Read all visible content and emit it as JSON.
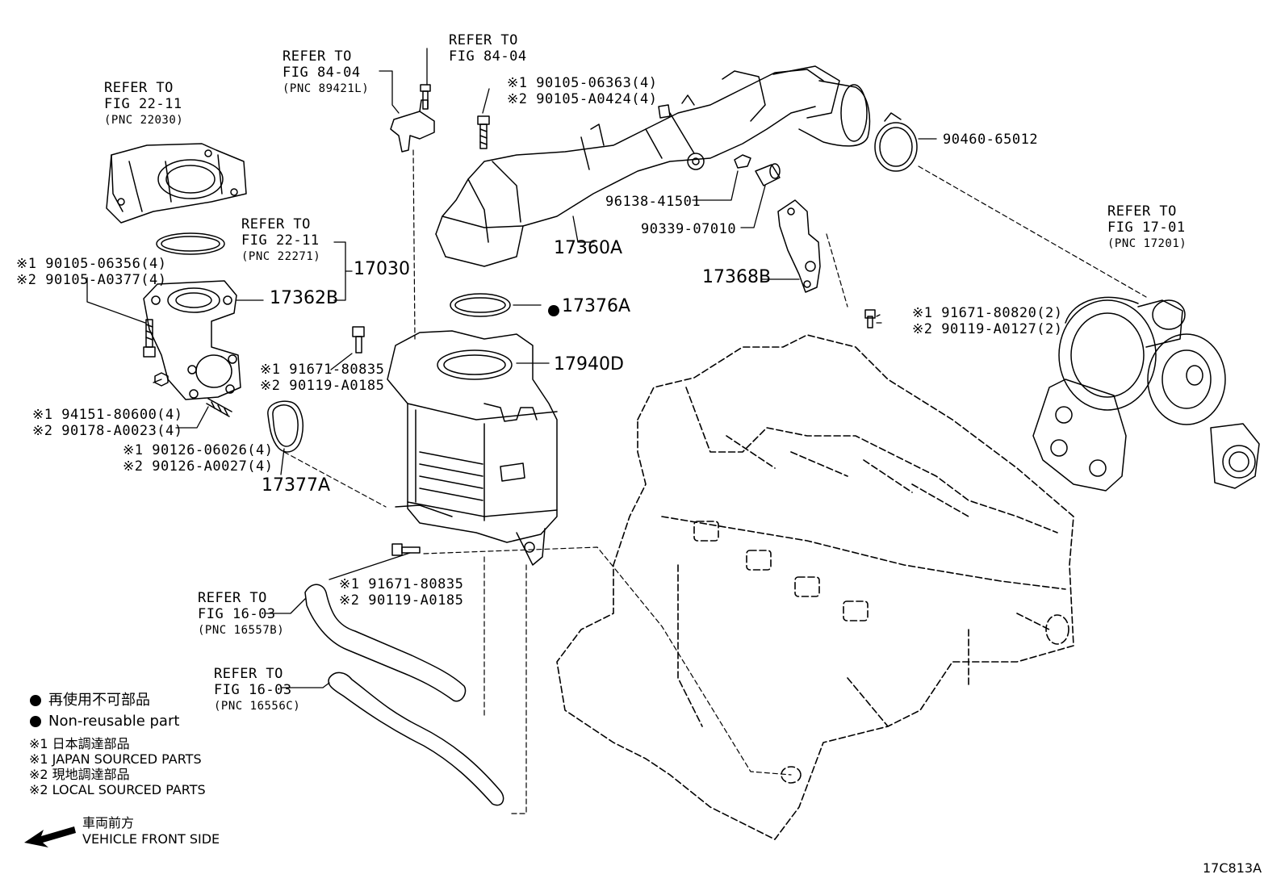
{
  "refs": {
    "throttle": {
      "l1": "REFER TO",
      "l2": "FIG 22-11",
      "l3": "(PNC 22030)"
    },
    "sensor": {
      "l1": "REFER TO",
      "l2": "FIG 84-04",
      "l3": "(PNC 89421L)"
    },
    "bolt84": {
      "l1": "REFER TO",
      "l2": "FIG 84-04"
    },
    "gasket22": {
      "l1": "REFER TO",
      "l2": "FIG 22-11",
      "l3": "(PNC 22271)"
    },
    "turbo": {
      "l1": "REFER TO",
      "l2": "FIG 17-01",
      "l3": "(PNC 17201)"
    },
    "hose1": {
      "l1": "REFER TO",
      "l2": "FIG 16-03",
      "l3": "(PNC 16557B)"
    },
    "hose2": {
      "l1": "REFER TO",
      "l2": "FIG 16-03",
      "l3": "(PNC 16556C)"
    }
  },
  "parts": {
    "p17030": "17030",
    "p17362B": "17362B",
    "p17360A": "17360A",
    "p17368B": "17368B",
    "p17376A": "17376A",
    "p17940D": "17940D",
    "p17377A": "17377A",
    "p9046065012": "90460-65012",
    "p9613841501": "96138-41501",
    "p9033907010": "90339-07010"
  },
  "pairs": {
    "topbolt": {
      "a": "※1 90105-06363(4)",
      "b": "※2 90105-A0424(4)"
    },
    "leftbolt": {
      "a": "※1 90105-06356(4)",
      "b": "※2 90105-A0377(4)"
    },
    "nut": {
      "a": "※1 94151-80600(4)",
      "b": "※2 90178-A0023(4)"
    },
    "stud": {
      "a": "※1 90126-06026(4)",
      "b": "※2 90126-A0027(4)"
    },
    "midbolt": {
      "a": "※1 91671-80835",
      "b": "※2 90119-A0185"
    },
    "lowbolt": {
      "a": "※1 91671-80835",
      "b": "※2 90119-A0185"
    },
    "bracketbolt": {
      "a": "※1 91671-80820(2)",
      "b": "※2 90119-A0127(2)"
    }
  },
  "legend": {
    "nonreuse_jp": "再使用不可部品",
    "nonreuse_en": "Non-reusable part",
    "s1_jp": "※1  日本調達部品",
    "s1_en": "※1  JAPAN SOURCED PARTS",
    "s2_jp": "※2  現地調達部品",
    "s2_en": "※2  LOCAL SOURCED PARTS",
    "front_jp": "車両前方",
    "front_en": "VEHICLE FRONT SIDE"
  },
  "figure_code": "17C813A"
}
